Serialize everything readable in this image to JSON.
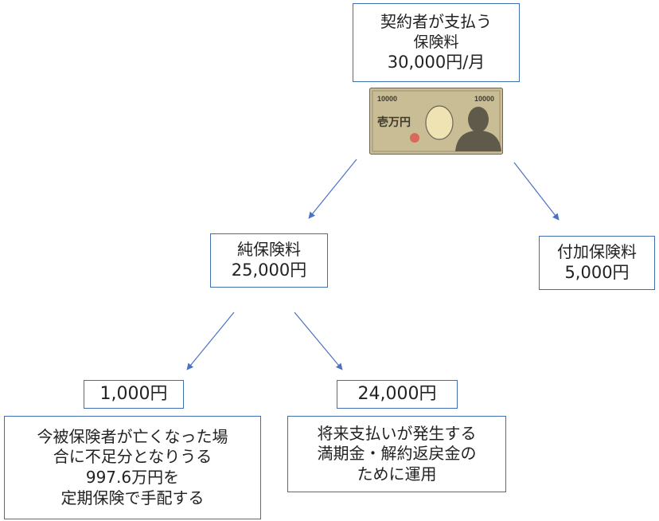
{
  "top": {
    "line1": "契約者が支払う",
    "line2": "保険料",
    "line3": "30,000円/月"
  },
  "banknote": {
    "denom_left": "10000",
    "denom_right": "10000",
    "label": "壱万円"
  },
  "pure": {
    "line1": "純保険料",
    "line2": "25,000円"
  },
  "loading": {
    "line1": "付加保険料",
    "line2": "5,000円"
  },
  "term": {
    "amount": "1,000円",
    "desc": [
      "今被保険者が亡くなった場",
      "合に不足分となりうる",
      "997.6万円を",
      "定期保険で手配する"
    ]
  },
  "savings": {
    "amount": "24,000円",
    "desc": [
      "将来支払いが発生する",
      "満期金・解約返戻金の",
      "ために運用"
    ]
  },
  "colors": {
    "border": "#3f6fb0",
    "arrow": "#4a72c4",
    "note": "#c9bd96"
  }
}
